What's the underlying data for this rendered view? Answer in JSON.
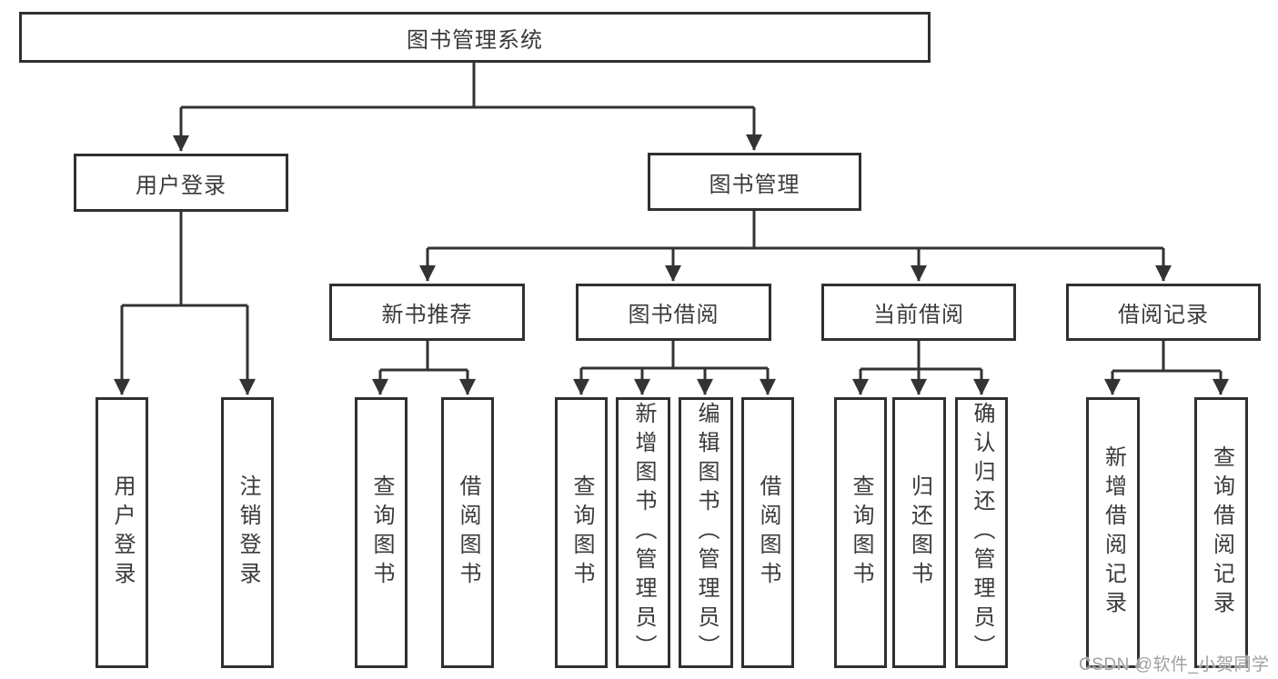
{
  "tree": {
    "root": "图书管理系统",
    "l2": [
      "用户登录",
      "图书管理"
    ],
    "l3": [
      "新书推荐",
      "图书借阅",
      "当前借阅",
      "借阅记录"
    ],
    "groups": {
      "login": [
        "用户登录",
        "注销登录"
      ],
      "recommend": [
        "查询图书",
        "借阅图书"
      ],
      "borrow": [
        "查询图书",
        "新增图书（管理员）",
        "编辑图书（管理员）",
        "借阅图书"
      ],
      "current": [
        "查询图书",
        "归还图书",
        "确认归还（管理员）"
      ],
      "records": [
        "新增借阅记录",
        "查询借阅记录"
      ]
    }
  },
  "watermark": {
    "text": "CSDN @软件_小贺同学"
  },
  "colors": {
    "line": "#333333",
    "border": "#303030",
    "text": "#3a3a3a",
    "watermark": "#a0a0a0",
    "background": "#ffffff"
  }
}
